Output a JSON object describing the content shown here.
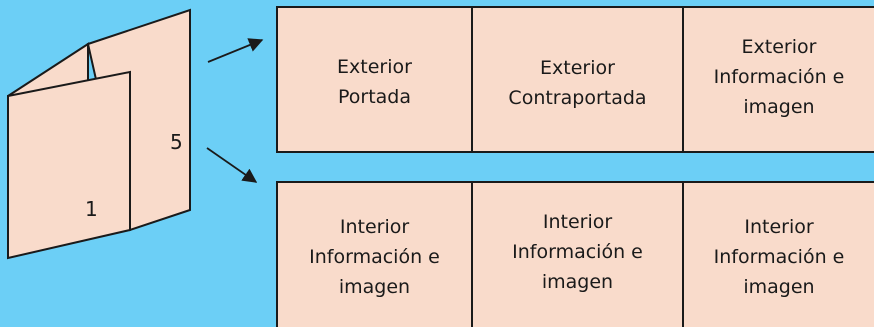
{
  "brochure": {
    "front_page_number": "1",
    "back_page_number": "5"
  },
  "exterior_strip": {
    "panels": [
      {
        "text": "Exterior\nPortada"
      },
      {
        "text": "Exterior\nContraportada"
      },
      {
        "text": "Exterior\nInformación e\nimagen"
      }
    ]
  },
  "interior_strip": {
    "panels": [
      {
        "text": "Interior\nInformación e\nimagen"
      },
      {
        "text": "Interior\nInformación e\nimagen"
      },
      {
        "text": "Interior\nInformación e\nimagen"
      }
    ]
  },
  "colors": {
    "background": "#6ccff6",
    "paper": "#f9dbcb",
    "line": "#1a1a1a"
  }
}
